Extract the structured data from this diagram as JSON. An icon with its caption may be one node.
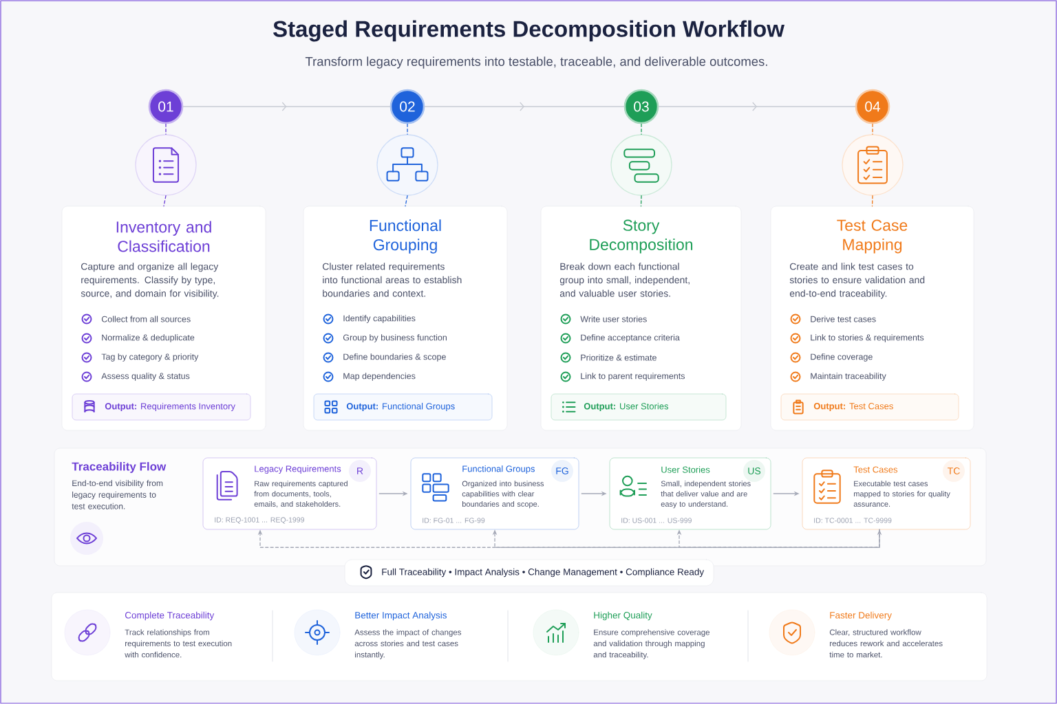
{
  "diagram": {
    "title": "Staged Requirements Decomposition Workflow",
    "nodes": [
      {
        "text": [
          "01"
        ]
      },
      {
        "text": [
          "02"
        ]
      },
      {
        "text": [
          "03"
        ]
      },
      {
        "text": [
          "04"
        ]
      },
      {
        "text": [],
        "shape": "circle"
      },
      {
        "text": [],
        "shape": "circle"
      },
      {
        "text": [],
        "shape": "circle"
      },
      {
        "text": [],
        "shape": "circle"
      },
      {
        "text": [
          "Inventory and Classification",
          "Capture and organize all legacy requirements. Classify by type, source, and domain for visibility.",
          "Collect from all sources",
          "Normalize & deduplicate",
          "Tag by category & priority",
          "Assess quality & status"
        ]
      },
      {
        "text": [
          "Functional Grouping",
          "Cluster related requirements into functional areas to establish boundaries and context.",
          "Identify capabilities",
          "Group by business function",
          "Define boundaries & scope",
          "Map dependencies"
        ]
      },
      {
        "text": [
          "Story Decomposition",
          "Break down each functional group into small, independent, and valuable user stories.",
          "Write user stories",
          "Define acceptance criteria",
          "Prioritize & estimate",
          "Link to parent requirements"
        ]
      },
      {
        "text": [
          "Test Case Mapping",
          "Create and link test cases to stories to ensure validation and end-to-end traceability.",
          "Derive test cases",
          "Link to stories & requirements",
          "Define coverage",
          "Maintain traceability"
        ]
      },
      {
        "text": [
          "**Output:** Requirements Inventory"
        ],
        "in": 8
      },
      {
        "text": [
          "**Output:** Functional Groups"
        ],
        "in": 9
      },
      {
        "text": [
          "**Output:** User Stories"
        ],
        "in": 10
      },
      {
        "text": [
          "**Output:** Test Cases"
        ],
        "in": 11
      },
      {
        "text": [
          "Traceability Flow",
          "End-to-end visibility from legacy requirements to test execution."
        ]
      },
      {
        "text": [
          "Legacy Requirements",
          "Raw requirements captured from documents, tools, emails, and stakeholders.",
          "ID: REQ-1001 ... REQ-1999"
        ],
        "in": 16
      },
      {
        "text": [
          "Functional Groups",
          "Organized into business capabilities with clear boundaries and scope.",
          "ID: FG-01 ... FG-99"
        ],
        "in": 16
      },
      {
        "text": [
          "User Stories",
          "Small, independent stories that deliver value and are easy to understand.",
          "ID: US-001 ... US-999"
        ],
        "in": 16
      },
      {
        "text": [
          "Test Cases",
          "Executable test cases mapped to stories for quality assurance.",
          "ID: TC-0001 ... TC-9999"
        ],
        "in": 16
      },
      {
        "text": [
          "R"
        ],
        "in": 17
      },
      {
        "text": [
          "FG"
        ],
        "in": 18
      },
      {
        "text": [
          "US"
        ],
        "in": 19
      },
      {
        "text": [
          "TC"
        ],
        "in": 20
      },
      {
        "text": [
          "Full Traceability • Impact Analysis • Change Management • Compliance Ready"
        ]
      },
      {
        "text": [
          "Complete Traceability",
          "Track relationships from requirements to test execution with confidence.",
          "Better Impact Analysis",
          "Assess the impact of changes across stories and test cases instantly.",
          "Higher Quality",
          "Ensure comprehensive coverage and validation through mapping and traceability.",
          "Faster Delivery",
          "Clear, structured workflow reduces rework and accelerates time to market."
        ]
      }
    ],
    "edges": [
      {
        "from": 0,
        "to": 1,
        "arrow": "to"
      },
      {
        "from": 1,
        "to": 2,
        "arrow": "to"
      },
      {
        "from": 2,
        "to": 3,
        "arrow": "to"
      },
      {
        "from": 0,
        "to": 4,
        "arrow": "none",
        "style": "dashed",
        "color": "#6d3fd6"
      },
      {
        "from": 1,
        "to": 5,
        "arrow": "none",
        "style": "dashed",
        "color": "#1f63db"
      },
      {
        "from": 2,
        "to": 6,
        "arrow": "none",
        "style": "dashed",
        "color": "#1e9e57"
      },
      {
        "from": 3,
        "to": 7,
        "arrow": "none",
        "style": "dashed",
        "color": "#f07a1a"
      },
      {
        "from": 4,
        "to": 8,
        "arrow": "none",
        "style": "dashed",
        "color": "#6d3fd6"
      },
      {
        "from": 5,
        "to": 9,
        "arrow": "none",
        "style": "dashed",
        "color": "#1f63db"
      },
      {
        "from": 6,
        "to": 10,
        "arrow": "none",
        "style": "dashed",
        "color": "#1e9e57"
      },
      {
        "from": 7,
        "to": 11,
        "arrow": "none",
        "style": "dashed",
        "color": "#f07a1a"
      },
      {
        "from": 17,
        "to": 18,
        "arrow": "to"
      },
      {
        "from": 18,
        "to": 19,
        "arrow": "to"
      },
      {
        "from": 19,
        "to": 20,
        "arrow": "to"
      },
      {
        "from": 20,
        "to": 17,
        "arrow": "both",
        "style": "dashed"
      },
      {
        "from": 20,
        "to": 18,
        "arrow": "to",
        "style": "dashed"
      },
      {
        "from": 20,
        "to": 19,
        "arrow": "to",
        "style": "dashed"
      }
    ],
    "labels": [
      "Transform legacy requirements into testable, traceable, and deliverable outcomes."
    ]
  }
}
